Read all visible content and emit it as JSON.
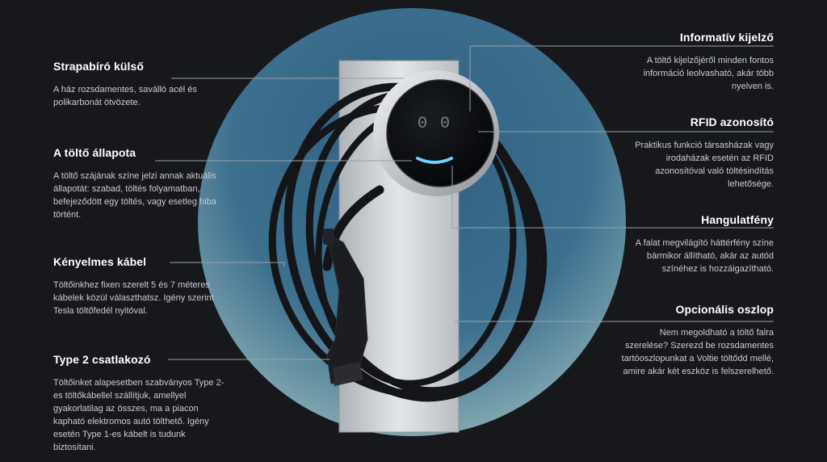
{
  "features_left": [
    {
      "title": "Strapabíró külső",
      "desc": "A ház rozsdamentes, saválló acél és polikarbonát ötvözete."
    },
    {
      "title": "A töltő állapota",
      "desc": "A töltő szájának színe jelzi annak aktuális állapotát: szabad, töltés folyamatban, befejeződött egy töltés, vagy esetleg hiba történt."
    },
    {
      "title": "Kényelmes kábel",
      "desc": "Töltőinkhez fixen szerelt 5 és 7 méteres kábelek közül választhatsz. Igény szerint Tesla töltőfedél nyitóval."
    },
    {
      "title": "Type 2 csatlakozó",
      "desc": "Töltőinket alapesetben szabványos Type 2-es töltőkábellel szállítjuk, amellyel gyakorlatilag az összes, ma a piacon kapható elektromos autó tölthető. Igény esetén Type 1-es kábelt is tudunk biztosítani."
    }
  ],
  "features_right": [
    {
      "title": "Informatív kijelző",
      "desc": "A töltő kijelzőjéről minden fontos információ leolvasható, akár több nyelven is."
    },
    {
      "title": "RFID azonosító",
      "desc": "Praktikus funkció társasházak vagy irodaházak esetén az RFID azonosítóval való töltésindítás lehetősége."
    },
    {
      "title": "Hangulatfény",
      "desc": "A falat megvilágító háttérfény színe bármikor állítható, akár az autód színéhez is hozzáigazítható."
    },
    {
      "title": "Opcionális oszlop",
      "desc": "Nem megoldható a töltő falra szerelése? Szerezd be rozsdamentes tartóoszlopunkat a Voltie töltődd mellé, amire akár két eszköz is felszerelhető."
    }
  ],
  "display": {
    "readout": "0 0"
  },
  "colors": {
    "background": "#17181c",
    "circle": "#3e6f8f",
    "led": "#6fd3ff"
  }
}
